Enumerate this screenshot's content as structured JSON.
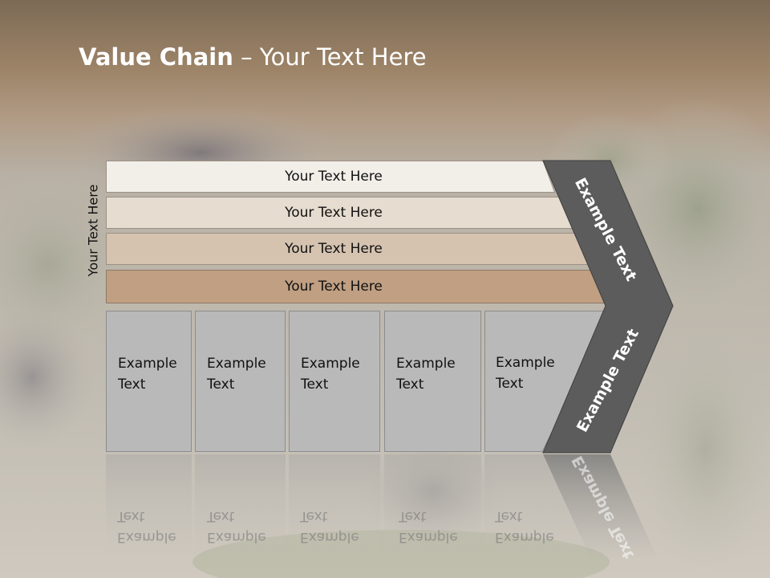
{
  "title": {
    "bold": "Value Chain",
    "rest": " – Your Text Here"
  },
  "side_label": "Your Text Here",
  "rows": [
    {
      "label": "Your Text Here",
      "color": "#f2efe9"
    },
    {
      "label": "Your Text Here",
      "color": "#e6dccf"
    },
    {
      "label": "Your Text Here",
      "color": "#d5c3b0"
    },
    {
      "label": "Your Text Here",
      "color": "#c09f82"
    }
  ],
  "activities": [
    {
      "label": "Example\nText"
    },
    {
      "label": "Example\nText"
    },
    {
      "label": "Example\nText"
    },
    {
      "label": "Example\nText"
    },
    {
      "label": "Example\nText"
    }
  ],
  "chevron": {
    "upper": "Example Text",
    "lower": "Example Text",
    "color": "#5c5c5c"
  }
}
